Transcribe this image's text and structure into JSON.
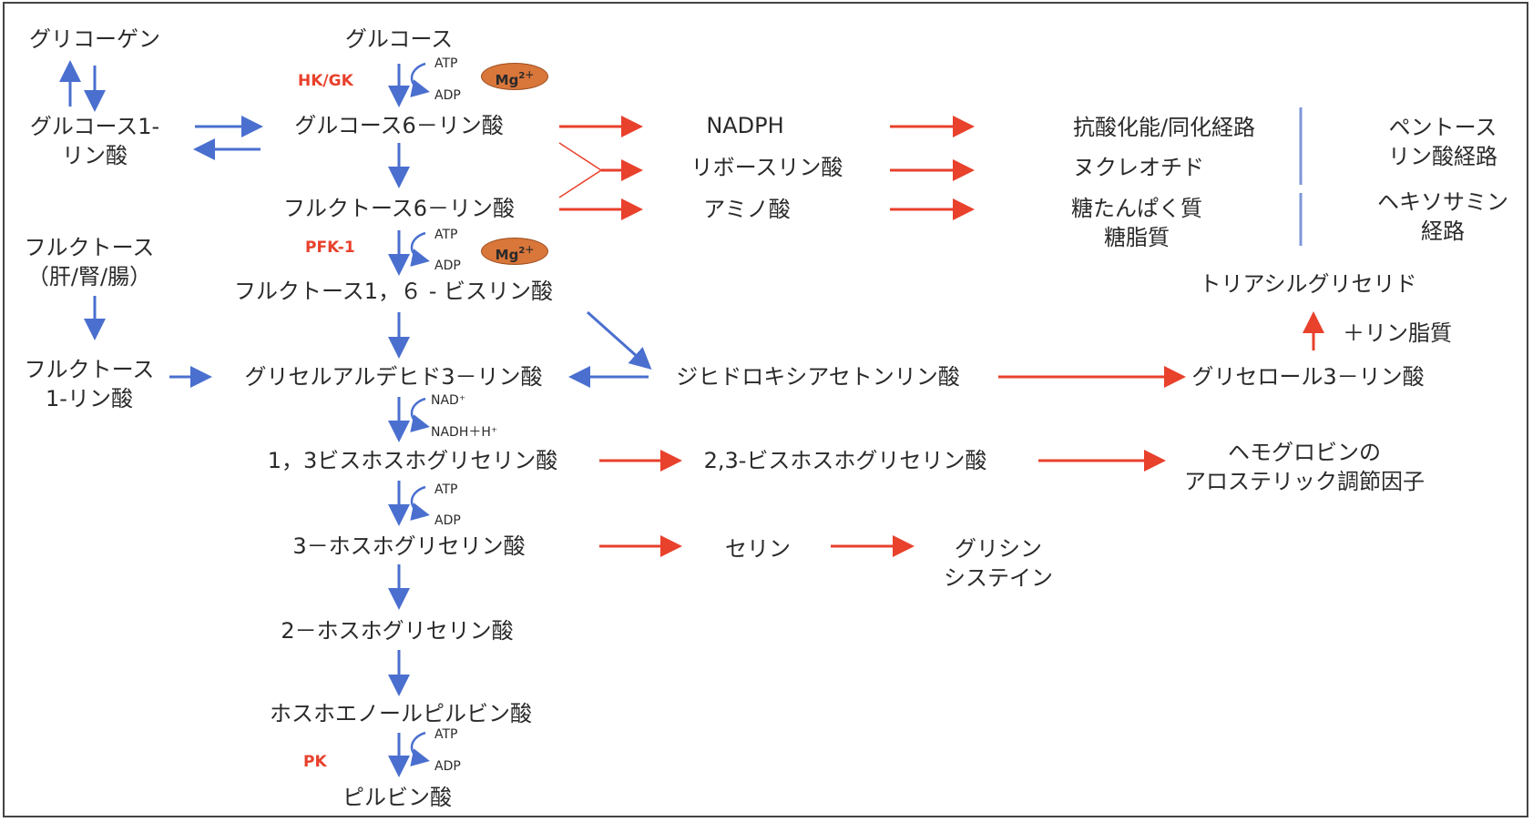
{
  "colors": {
    "blue": "#4a6fcf",
    "red": "#e8412c",
    "mg_fill": "#d9763a",
    "text": "#2a2a2a"
  },
  "labels": {
    "glycogen": "グリコーゲン",
    "g1p_line1": "グルコース1-",
    "g1p_line2": "リン酸",
    "glucose": "グルコース",
    "g6p": "グルコース6－リン酸",
    "f6p": "フルクトース6－リン酸",
    "f16bp": "フルクトース1，６ - ビスリン酸",
    "fructose_line1": "フルクトース",
    "fructose_line2": "（肝/腎/腸）",
    "f1p_line1": "フルクトース",
    "f1p_line2": "1-リン酸",
    "gap": "グリセルアルデヒド3－リン酸",
    "dhap": "ジヒドロキシアセトンリン酸",
    "bpg13": "1，3ビスホスホグリセリン酸",
    "bpg23": "2,3-ビスホスホグリセリン酸",
    "pg3": "3－ホスホグリセリン酸",
    "pg2": "2－ホスホグリセリン酸",
    "pep": "ホスホエノールピルビン酸",
    "pyruvate": "ピルビン酸",
    "nadph": "NADPH",
    "ribose": "リボースリン酸",
    "amino": "アミノ酸",
    "antiox": "抗酸化能/同化経路",
    "nucleotide": "ヌクレオチド",
    "glyco_line1": "糖たんぱく質",
    "glyco_line2": "糖脂質",
    "pentose_line1": "ペントース",
    "pentose_line2": "リン酸経路",
    "hexosamine_line1": "ヘキソサミン",
    "hexosamine_line2": "経路",
    "tg": "トリアシルグリセリド",
    "phospholipid": "＋リン脂質",
    "g3p": "グリセロール3－リン酸",
    "hb_line1": "ヘモグロビンの",
    "hb_line2": "アロステリック調節因子",
    "serine": "セリン",
    "gly_line1": "グリシン",
    "gly_line2": "システイン"
  },
  "enzymes": {
    "hk": "HK/GK",
    "pfk": "PFK-1",
    "pk": "PK"
  },
  "cofactors": {
    "atp1": "ATP",
    "adp1": "ADP",
    "atp2": "ATP",
    "adp2": "ADP",
    "nad": "NAD⁺",
    "nadh": "NADH＋H⁺",
    "atp3": "ATP",
    "adp3": "ADP",
    "atp4": "ATP",
    "adp4": "ADP"
  },
  "mg": {
    "base": "Mg",
    "charge": "2＋"
  }
}
